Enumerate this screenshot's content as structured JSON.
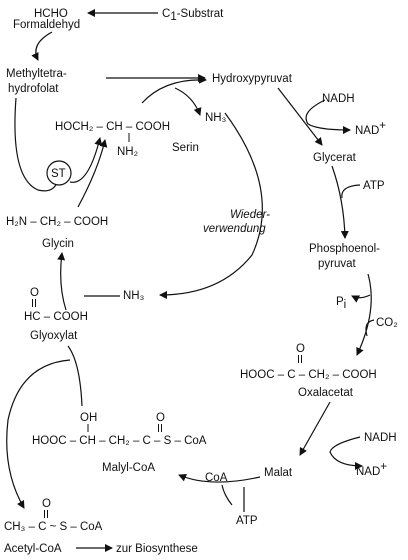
{
  "labels": {
    "hcho": "HCHO",
    "formaldehyd": "Formaldehyd",
    "c1_substrat_pre": "C",
    "c1_substrat_sub": "1",
    "c1_substrat_post": "-Substrat",
    "methyl1": "Methyltetra-",
    "methyl2": "hydrofolat",
    "hydroxypyruvat": "Hydroxypyruvat",
    "nadh": "NADH",
    "nadplus": "NAD",
    "plus": "+",
    "serin_main": "HOCH₂ – CH – COOH",
    "serin_nh2": "NH₂",
    "serin_name": "Serin",
    "nh3": "NH₃",
    "st": "ST",
    "glycerat": "Glycerat",
    "atp": "ATP",
    "wieder1": "Wieder-",
    "wieder2": "verwendung",
    "glycin_formula": "H₂N – CH₂ – COOH",
    "glycin_name": "Glycin",
    "pep1": "Phosphoenol-",
    "pep2": "pyruvat",
    "pi_main": "P",
    "pi_sub": "i",
    "co2": "CO₂",
    "o": "O",
    "glyox_formula": "HC – COOH",
    "glyox_name": "Glyoxylat",
    "oxal_formula": "HOOC – C – CH₂ – COOH",
    "oxal_name": "Oxalacetat",
    "oh": "OH",
    "malyl_formula": "HOOC – CH – CH₂ – C – S – CoA",
    "malyl_name": "Malyl-CoA",
    "coa": "CoA",
    "malat": "Malat",
    "acetyl_formula": "CH₃ – C ~ S – CoA",
    "acetyl_name": "Acetyl-CoA",
    "biosynthese": "zur Biosynthese"
  }
}
